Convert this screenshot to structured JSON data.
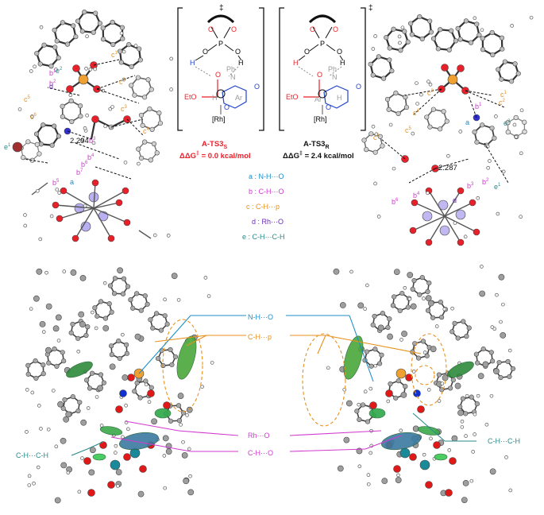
{
  "ts_s": {
    "name": "A-TS3",
    "sub": "S",
    "dd_label": "ΔΔG",
    "dd_value": " = 0.0 kcal/mol",
    "color": "#e8202a"
  },
  "ts_r": {
    "name": "A-TS3",
    "sub": "R",
    "dd_label": "ΔΔG",
    "dd_value": " = 2.4 kcal/mol",
    "color": "#111111"
  },
  "scheme": {
    "dagger": "‡",
    "H": "H",
    "O": "O",
    "P": "P",
    "N": "N",
    "Ph": "Ph",
    "Ar": "Ar",
    "EtO": "EtO",
    "Rh": "[Rh]",
    "star": "*",
    "HA": "H"
  },
  "legend": [
    {
      "key": "a",
      "text": "a : N-H···O",
      "color": "#1b8fc9"
    },
    {
      "key": "b",
      "text": "b : C-H···O",
      "color": "#d03ad0"
    },
    {
      "key": "c",
      "text": "c : C-H···p",
      "color": "#e8901a"
    },
    {
      "key": "d",
      "text": "d : Rh···O",
      "color": "#6a2ab8"
    },
    {
      "key": "e",
      "text": "e : C-H···C-H",
      "color": "#2a8a8a"
    }
  ],
  "distances": {
    "left": "2.294",
    "right": "2.287"
  },
  "top_left_labels": [
    {
      "t": "c",
      "s": "1",
      "c": "#e8901a"
    },
    {
      "t": "c",
      "s": "2",
      "c": "#e8901a"
    },
    {
      "t": "c",
      "s": "3",
      "c": "#e8901a"
    },
    {
      "t": "c",
      "s": "4",
      "c": "#e8901a"
    },
    {
      "t": "c",
      "s": "5",
      "c": "#e8901a"
    },
    {
      "t": "c",
      "s": "6",
      "c": "#e8901a"
    },
    {
      "t": "b",
      "s": "1",
      "c": "#d03ad0"
    },
    {
      "t": "b",
      "s": "2",
      "c": "#d03ad0"
    },
    {
      "t": "b",
      "s": "3",
      "c": "#d03ad0"
    },
    {
      "t": "b",
      "s": "4",
      "c": "#d03ad0"
    },
    {
      "t": "b",
      "s": "5",
      "c": "#d03ad0"
    },
    {
      "t": "b",
      "s": "6",
      "c": "#d03ad0"
    },
    {
      "t": "b",
      "s": "7",
      "c": "#d03ad0"
    },
    {
      "t": "a",
      "s": "",
      "c": "#1b8fc9"
    },
    {
      "t": "d",
      "s": "",
      "c": "#6a2ab8"
    },
    {
      "t": "e",
      "s": "1",
      "c": "#2a8a8a"
    },
    {
      "t": "e",
      "s": "2",
      "c": "#2a8a8a"
    }
  ],
  "top_right_labels": [
    {
      "t": "c",
      "s": "1",
      "c": "#e8901a"
    },
    {
      "t": "c",
      "s": "2",
      "c": "#e8901a"
    },
    {
      "t": "c",
      "s": "3",
      "c": "#e8901a"
    },
    {
      "t": "c",
      "s": "4",
      "c": "#e8901a"
    },
    {
      "t": "c",
      "s": "5",
      "c": "#e8901a"
    },
    {
      "t": "c",
      "s": "6",
      "c": "#e8901a"
    },
    {
      "t": "b",
      "s": "1",
      "c": "#d03ad0"
    },
    {
      "t": "b",
      "s": "2",
      "c": "#d03ad0"
    },
    {
      "t": "b",
      "s": "3",
      "c": "#d03ad0"
    },
    {
      "t": "b",
      "s": "4",
      "c": "#d03ad0"
    },
    {
      "t": "b",
      "s": "6",
      "c": "#d03ad0"
    },
    {
      "t": "a",
      "s": "",
      "c": "#1b8fc9"
    },
    {
      "t": "d",
      "s": "",
      "c": "#6a2ab8"
    },
    {
      "t": "e",
      "s": "1",
      "c": "#2a8a8a"
    },
    {
      "t": "e",
      "s": "2",
      "c": "#2a8a8a"
    }
  ],
  "callouts": {
    "nho": {
      "text": "N-H···O",
      "color": "#1b8fc9"
    },
    "chp": {
      "text": "C-H···p",
      "color": "#e8901a"
    },
    "rho": {
      "text": "Rh···O",
      "color": "#d03ad0"
    },
    "cho": {
      "text": "C-H···O",
      "color": "#d03ad0"
    },
    "chch_left": {
      "text": "C-H···C-H",
      "color": "#2a8a8a"
    },
    "chch_right": {
      "text": "C-H···C-H",
      "color": "#2a8a8a"
    }
  }
}
